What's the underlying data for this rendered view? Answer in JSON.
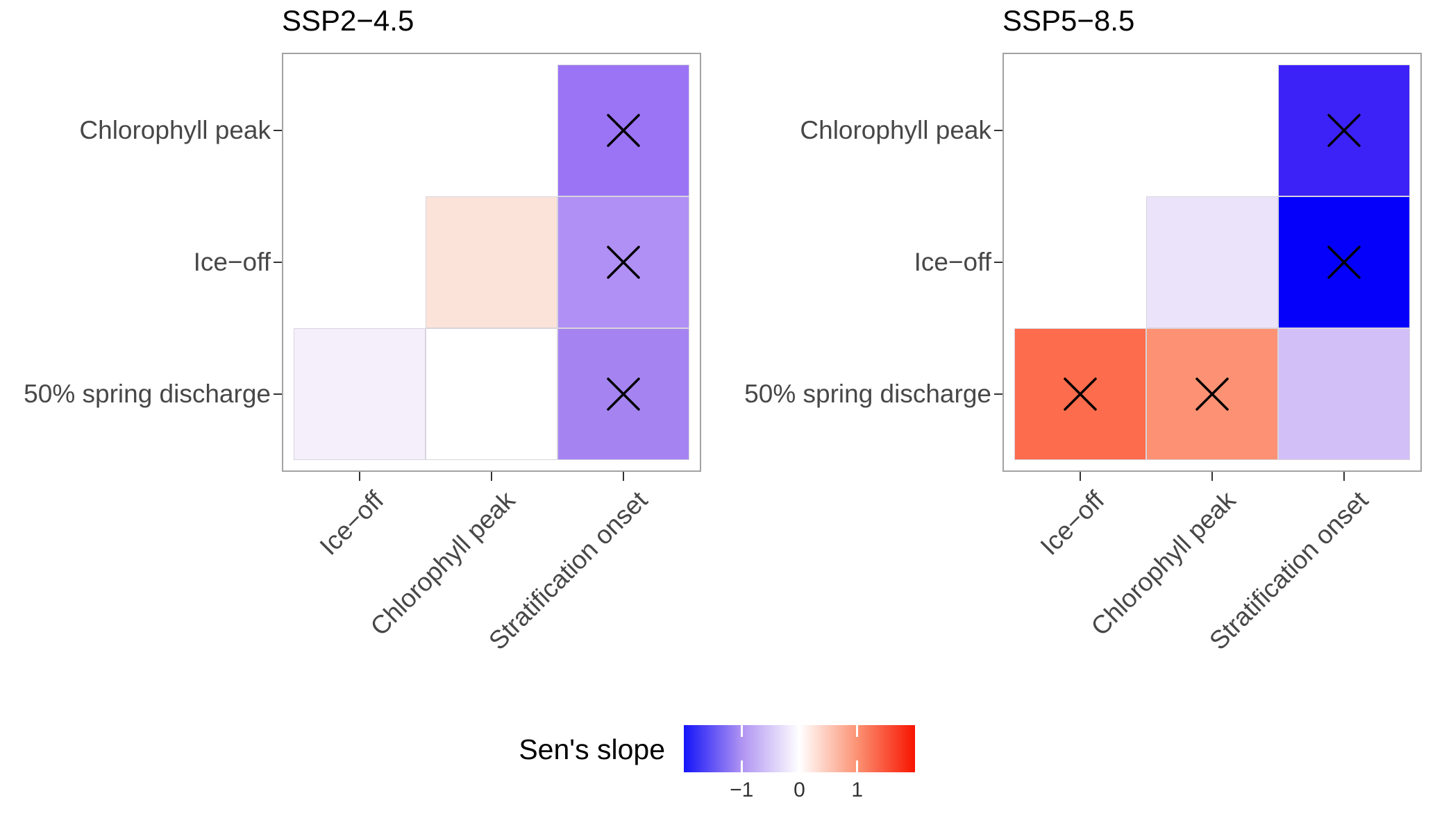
{
  "chart_data": {
    "type": "heatmap",
    "description": "Two pairwise trend matrices (correlation-plot style) of Sen's slope between lake phenology events under two climate scenarios; X marks significant cells",
    "x_categories": [
      "Ice−off",
      "Chlorophyll peak",
      "Stratification onset"
    ],
    "y_categories_top_to_bottom": [
      "Chlorophyll peak",
      "Ice−off",
      "50% spring discharge"
    ],
    "significance_marker": "X",
    "colorscale": {
      "label": "Sen's slope",
      "limits": [
        -2,
        2
      ],
      "tick_values": [
        -1,
        0,
        1
      ],
      "tick_labels": [
        "−1",
        "0",
        "1"
      ],
      "tick_fractions": [
        0.25,
        0.5,
        0.75
      ],
      "low_color": "#1414f8",
      "mid_color": "#ffffff",
      "high_color": "#f81400",
      "gradient_stops": [
        {
          "frac": 0.0,
          "color": "#1414f8"
        },
        {
          "frac": 0.25,
          "color": "#af93f2"
        },
        {
          "frac": 0.5,
          "color": "#ffffff"
        },
        {
          "frac": 0.75,
          "color": "#fb9273"
        },
        {
          "frac": 1.0,
          "color": "#f81400"
        }
      ]
    },
    "panels": [
      {
        "title": "SSP2−4.5",
        "cells": [
          {
            "y": "Chlorophyll peak",
            "x": "Stratification onset",
            "value": -1.2,
            "color": "#9b74f6",
            "significant": true
          },
          {
            "y": "Ice−off",
            "x": "Chlorophyll peak",
            "value": 0.3,
            "color": "#fbe3d9",
            "significant": false
          },
          {
            "y": "Ice−off",
            "x": "Stratification onset",
            "value": -1.0,
            "color": "#b190f5",
            "significant": true
          },
          {
            "y": "50% spring discharge",
            "x": "Ice−off",
            "value": -0.15,
            "color": "#f5effc",
            "significant": false
          },
          {
            "y": "50% spring discharge",
            "x": "Chlorophyll peak",
            "value": 0.0,
            "color": "#ffffff",
            "significant": false
          },
          {
            "y": "50% spring discharge",
            "x": "Stratification onset",
            "value": -1.1,
            "color": "#a584f2",
            "significant": true
          }
        ]
      },
      {
        "title": "SSP5−8.5",
        "cells": [
          {
            "y": "Chlorophyll peak",
            "x": "Stratification onset",
            "value": -1.85,
            "color": "#3d22f8",
            "significant": true
          },
          {
            "y": "Ice−off",
            "x": "Chlorophyll peak",
            "value": -0.25,
            "color": "#ebe3fa",
            "significant": false
          },
          {
            "y": "Ice−off",
            "x": "Stratification onset",
            "value": -2.0,
            "color": "#0500fa",
            "significant": true
          },
          {
            "y": "50% spring discharge",
            "x": "Ice−off",
            "value": 1.45,
            "color": "#fd6c4c",
            "significant": true
          },
          {
            "y": "50% spring discharge",
            "x": "Chlorophyll peak",
            "value": 1.15,
            "color": "#fc9273",
            "significant": true
          },
          {
            "y": "50% spring discharge",
            "x": "Stratification onset",
            "value": -0.75,
            "color": "#d2bff7",
            "significant": false
          }
        ]
      }
    ]
  }
}
